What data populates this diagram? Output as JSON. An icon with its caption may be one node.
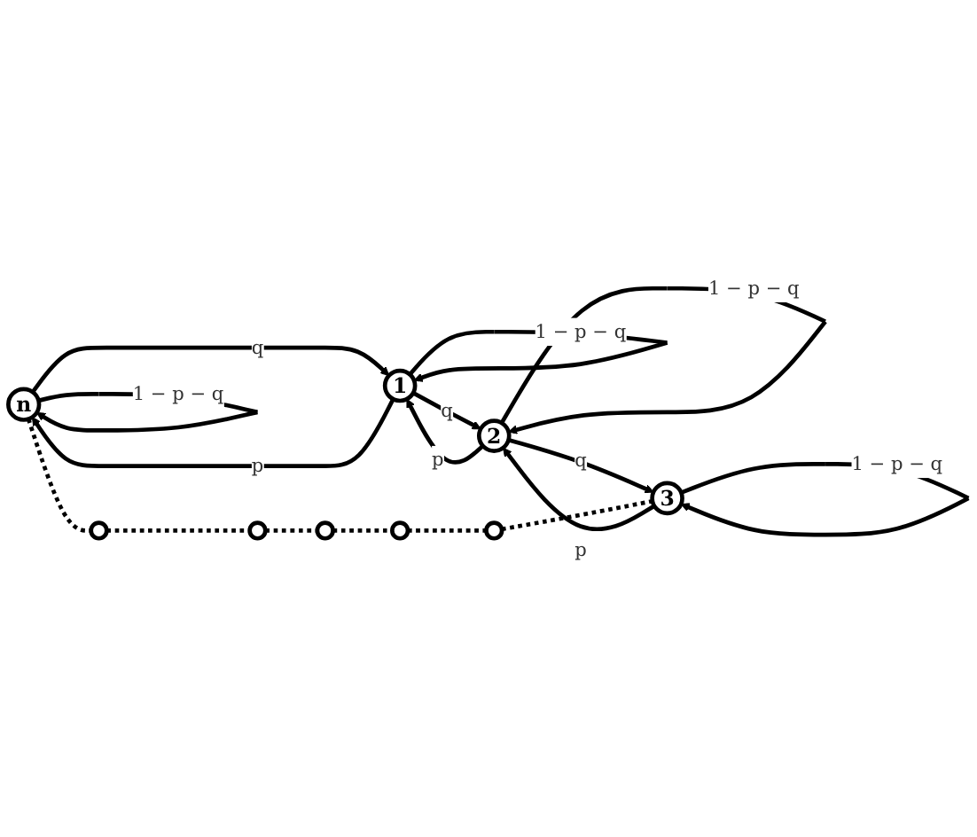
{
  "diagram": {
    "nodes": [
      {
        "text": [
          "n"
        ]
      },
      {
        "text": [
          "1"
        ]
      },
      {
        "text": [
          "2"
        ]
      },
      {
        "text": [
          "3"
        ]
      },
      {
        "text": [],
        "shape": "circle"
      },
      {
        "text": [],
        "shape": "circle"
      },
      {
        "text": [],
        "shape": "circle"
      },
      {
        "text": [],
        "shape": "circle"
      },
      {
        "text": [],
        "shape": "circle"
      }
    ],
    "edges": [
      {
        "from": 0,
        "to": 0,
        "arrow": "to",
        "label": "1 − p − q"
      },
      {
        "from": 1,
        "to": 1,
        "arrow": "to",
        "label": "1 − p − q"
      },
      {
        "from": 2,
        "to": 2,
        "arrow": "to",
        "label": "1 − p − q"
      },
      {
        "from": 3,
        "to": 3,
        "arrow": "to",
        "label": "1 − p − q"
      },
      {
        "from": 0,
        "to": 1,
        "arrow": "to",
        "label": "q"
      },
      {
        "from": 1,
        "to": 0,
        "arrow": "to",
        "label": "p"
      },
      {
        "from": 1,
        "to": 2,
        "arrow": "to",
        "label": "q"
      },
      {
        "from": 2,
        "to": 1,
        "arrow": "to",
        "label": "p"
      },
      {
        "from": 2,
        "to": 3,
        "arrow": "to",
        "label": "q"
      },
      {
        "from": 3,
        "to": 2,
        "arrow": "to",
        "label": "p"
      },
      {
        "from": 0,
        "to": 4,
        "arrow": "none",
        "style": "dashed"
      },
      {
        "from": 4,
        "to": 5,
        "arrow": "none",
        "style": "dashed"
      },
      {
        "from": 5,
        "to": 6,
        "arrow": "none",
        "style": "dashed"
      },
      {
        "from": 6,
        "to": 7,
        "arrow": "none",
        "style": "dashed"
      },
      {
        "from": 7,
        "to": 8,
        "arrow": "none",
        "style": "dashed"
      },
      {
        "from": 8,
        "to": 3,
        "arrow": "none",
        "style": "dashed"
      }
    ]
  }
}
